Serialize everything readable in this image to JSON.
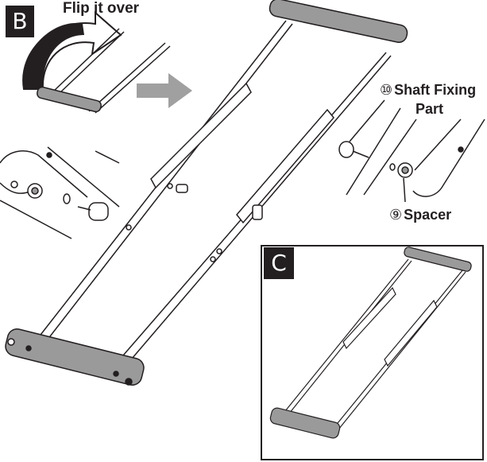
{
  "steps": {
    "b_label": "B",
    "c_label": "C"
  },
  "instructions": {
    "flip": "Flip it over"
  },
  "parts": {
    "shaft_number": "⑩",
    "shaft_name_line1": "Shaft Fixing",
    "shaft_name_line2": "Part",
    "spacer_number": "⑨",
    "spacer_name": "Spacer"
  },
  "colors": {
    "ink": "#231f20",
    "bar_fill": "#9a9a9a",
    "arrow_gray": "#a0a0a0",
    "paper": "#ffffff"
  }
}
